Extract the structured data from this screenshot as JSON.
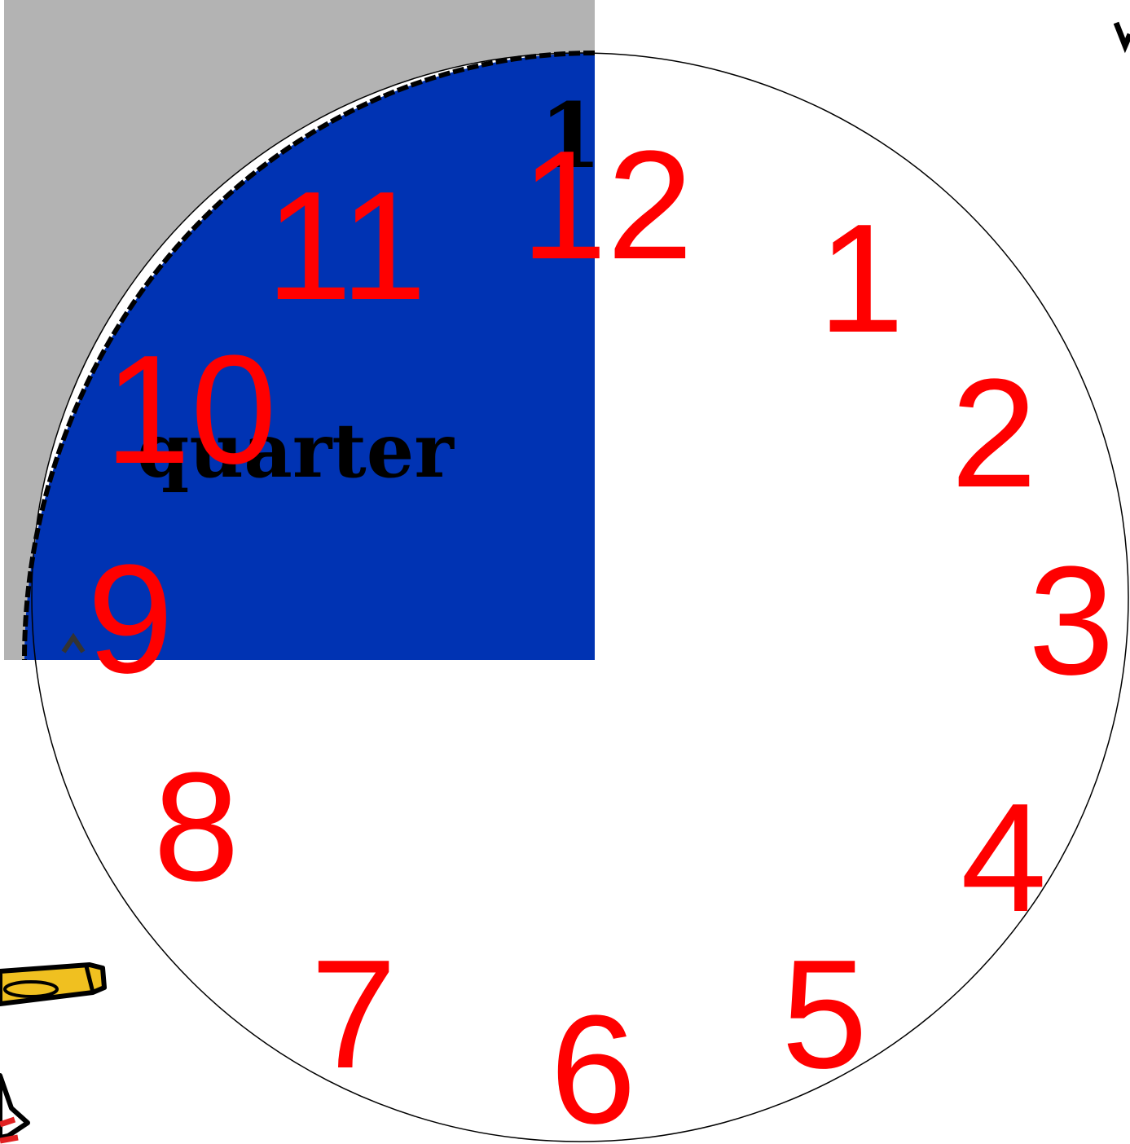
{
  "clock": {
    "hours": [
      "12",
      "1",
      "2",
      "3",
      "4",
      "5",
      "6",
      "7",
      "8",
      "9",
      "10",
      "11"
    ],
    "highlight_label": "quarter",
    "highlight_glyph": "1",
    "colors": {
      "face": "#ffffff",
      "outline": "#000000",
      "numerals": "#ff0000",
      "quarter_fill": "#0033b3",
      "quarter_backdrop": "#b3b3b3",
      "label": "#000000"
    }
  },
  "decorations": {
    "pencil_icon": "pencil-icon",
    "corner_glyph": "v"
  }
}
